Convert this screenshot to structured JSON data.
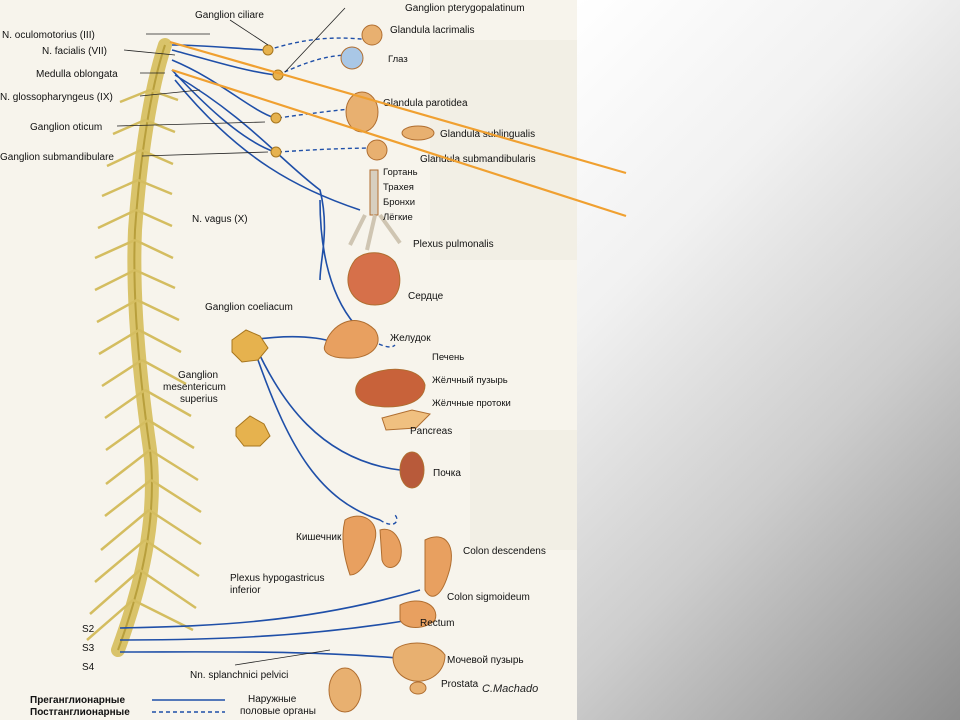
{
  "colors": {
    "nerve_line": "#1f4fa8",
    "spinal_cord": "#d9c36a",
    "organ": "#e8a060",
    "highlight_line": "#f0a030",
    "right_panel_dark": "#8d8d8d"
  },
  "labels_left": {
    "oculomotorius": "N. oculomotorius (III)",
    "facialis": "N. facialis (VII)",
    "medulla": "Medulla oblongata",
    "glossopharyngeus": "N. glossopharyngeus (IX)",
    "ganglion_oticum": "Ganglion oticum",
    "ganglion_submandibulare": "Ganglion submandibulare",
    "vagus": "N. vagus (X)",
    "ganglion_coeliacum": "Ganglion coeliacum",
    "ganglion_mesentericum_1": "Ganglion",
    "ganglion_mesentericum_2": "mesentericum",
    "ganglion_mesentericum_3": "superius",
    "plexus_hypogastricus_1": "Plexus hypogastricus",
    "plexus_hypogastricus_2": "inferior",
    "s2": "S2",
    "s3": "S3",
    "s4": "S4",
    "splanchnici": "Nn. splanchnici pelvici"
  },
  "labels_top": {
    "ganglion_ciliare": "Ganglion ciliare",
    "ganglion_pterygopalatinum": "Ganglion pterygopalatinum"
  },
  "labels_right": {
    "glandula_lacrimalis": "Glandula lacrimalis",
    "glaz": "Глаз",
    "glandula_parotidea": "Glandula parotidea",
    "glandula_sublingualis": "Glandula sublingualis",
    "glandula_submandibularis": "Glandula submandibularis",
    "gortan": "Гортань",
    "traheya": "Трахея",
    "bronhi": "Бронхи",
    "legkie": "Лёгкие",
    "plexus_pulmonalis": "Plexus pulmonalis",
    "serdce": "Сердце",
    "zheludok": "Желудок",
    "pechen": "Печень",
    "zhelchny_puzyr": "Жёлчный пузырь",
    "zhelchnye_protoki": "Жёлчные протоки",
    "pancreas": "Pancreas",
    "pochka": "Почка",
    "kishechnik": "Кишечник",
    "colon_descendens": "Colon descendens",
    "colon_sigmoideum": "Colon sigmoideum",
    "rectum": "Rectum",
    "mochevoy_puzyr": "Мочевой пузырь",
    "prostata": "Prostata"
  },
  "legend": {
    "preganglionic": "Преганглионарные",
    "postganglionic": "Постганглионарные",
    "external_1": "Наружные",
    "external_2": "половые органы"
  },
  "signature": "C.Machado"
}
